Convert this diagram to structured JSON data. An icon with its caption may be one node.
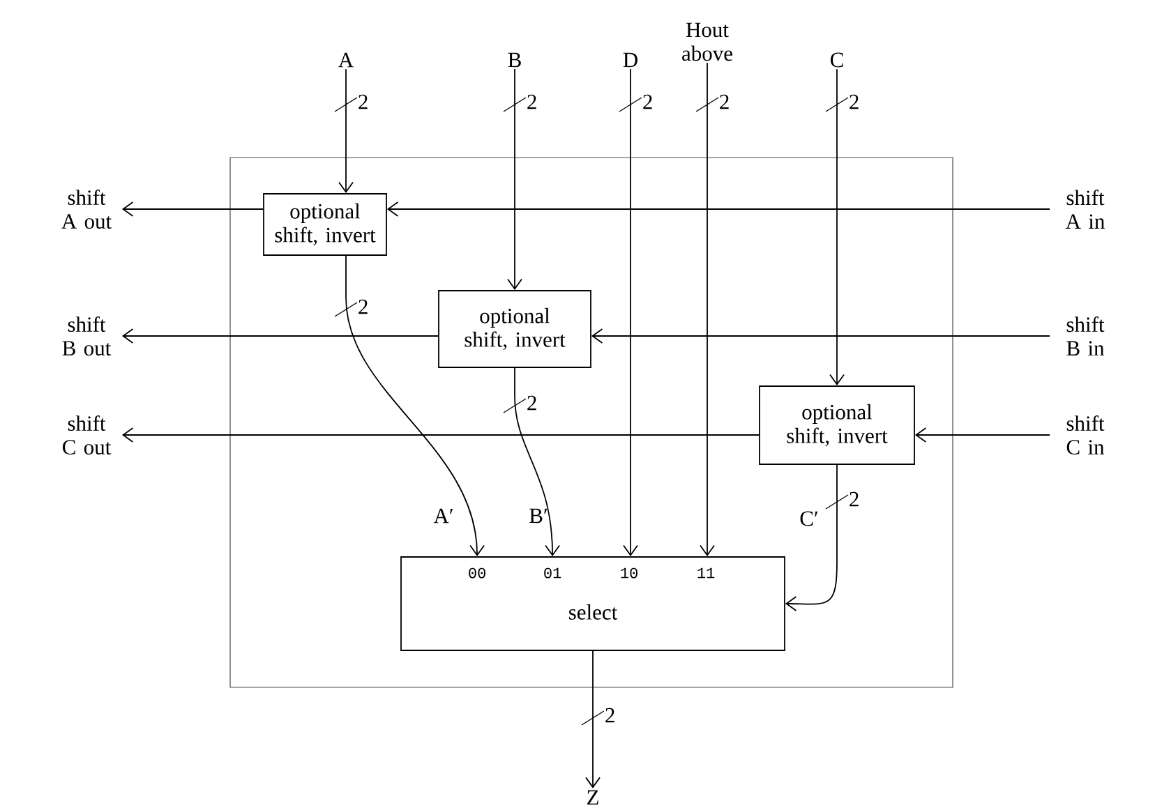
{
  "diagram": {
    "nodes": [
      {
        "text": [],
        "shape": "box"
      },
      {
        "text": [
          "optional shift, invert"
        ],
        "in": 0
      },
      {
        "text": [
          "optional shift, invert"
        ],
        "in": 0
      },
      {
        "text": [
          "optional shift, invert"
        ],
        "in": 0
      },
      {
        "text": [
          "00",
          "01",
          "10",
          "11",
          "select"
        ],
        "in": 0
      },
      {
        "text": [
          "A"
        ]
      },
      {
        "text": [
          "B"
        ]
      },
      {
        "text": [
          "D"
        ]
      },
      {
        "text": [
          "Hout above"
        ]
      },
      {
        "text": [
          "C"
        ]
      },
      {
        "text": [
          "shift A out"
        ]
      },
      {
        "text": [
          "shift A in"
        ]
      },
      {
        "text": [
          "shift B out"
        ]
      },
      {
        "text": [
          "shift B in"
        ]
      },
      {
        "text": [
          "shift C out"
        ]
      },
      {
        "text": [
          "shift C in"
        ]
      },
      {
        "text": [
          "Z"
        ]
      }
    ],
    "edges": [
      {
        "from": 5,
        "to": 1,
        "arrow": "to",
        "label": "2"
      },
      {
        "from": 6,
        "to": 2,
        "arrow": "to",
        "label": "2"
      },
      {
        "from": 7,
        "to": 4,
        "arrow": "to",
        "label": "2"
      },
      {
        "from": 8,
        "to": 4,
        "arrow": "to",
        "label": "2"
      },
      {
        "from": 9,
        "to": 3,
        "arrow": "to",
        "label": "2"
      },
      {
        "from": 11,
        "to": 1,
        "arrow": "to"
      },
      {
        "from": 1,
        "to": 10,
        "arrow": "to"
      },
      {
        "from": 13,
        "to": 2,
        "arrow": "to"
      },
      {
        "from": 2,
        "to": 12,
        "arrow": "to"
      },
      {
        "from": 15,
        "to": 3,
        "arrow": "to"
      },
      {
        "from": 3,
        "to": 14,
        "arrow": "to"
      },
      {
        "from": 1,
        "to": 4,
        "arrow": "to",
        "label": "2"
      },
      {
        "from": 2,
        "to": 4,
        "arrow": "to",
        "label": "2"
      },
      {
        "from": 3,
        "to": 4,
        "arrow": "to",
        "label": "2"
      },
      {
        "from": 4,
        "to": 16,
        "arrow": "to",
        "label": "2"
      }
    ],
    "labels": [
      "A′",
      "B′",
      "C′"
    ]
  }
}
